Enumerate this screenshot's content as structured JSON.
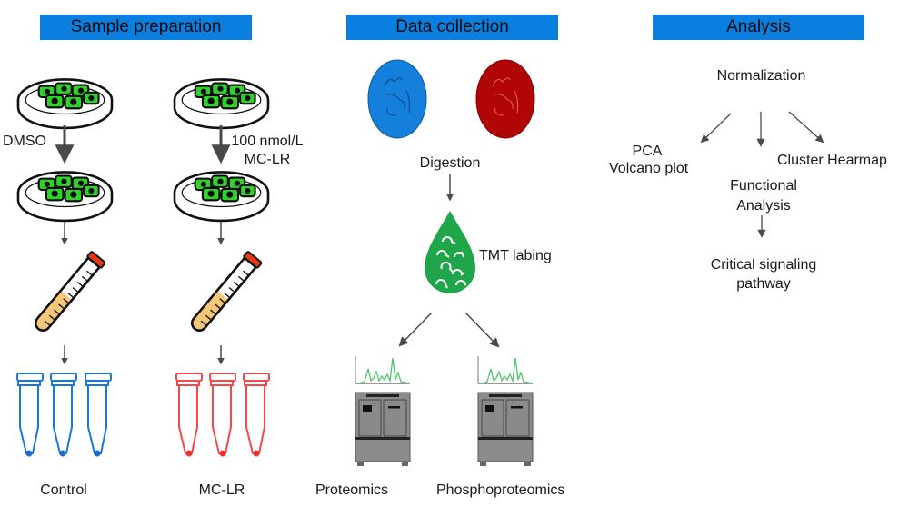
{
  "colors": {
    "header_bg": "#0b7fe0",
    "cell_green": "#2fd12a",
    "tube_liquid": "#f7c87a",
    "tube_cap": "#e8380e",
    "control_blue": "#1a78d8",
    "mclr_red": "#f04a4a",
    "sample_blue": "#1480dc",
    "sample_red": "#b00606",
    "drop_green": "#1fa64a",
    "spectrum_green": "#4fc66a",
    "instrument_gray": "#8c8c8c",
    "arrow_gray": "#4a4a4a"
  },
  "sections": {
    "sample_preparation": {
      "title": "Sample preparation",
      "control_treatment": "DMSO",
      "mclr_treatment_line1": "100 nmol/L",
      "mclr_treatment_line2": "MC-LR",
      "control_label": "Control",
      "mclr_label": "MC-LR",
      "replicates_per_group": 3
    },
    "data_collection": {
      "title": "Data collection",
      "digestion_label": "Digestion",
      "labeling_label": "TMT labing",
      "proteomics_label": "Proteomics",
      "phospho_label": "Phosphoproteomics"
    },
    "analysis": {
      "title": "Analysis",
      "normalization_label": "Normalization",
      "pca_label": "PCA",
      "volcano_label": "Volcano plot",
      "functional_line1": "Functional",
      "functional_line2": "Analysis",
      "cluster_label": "Cluster Hearmap",
      "pathway_line1": "Critical signaling",
      "pathway_line2": "pathway"
    }
  },
  "icons": {
    "culture_dish": "petri-dish-with-cells",
    "centrifuge_tube": "test-tube",
    "microtube": "eppendorf-tube",
    "protein_sample": "protein-sample-disc",
    "tmt_drop": "labeled-peptide-drop",
    "mass_spec": "mass-spectrometer",
    "spectrum": "mass-spectrum"
  }
}
